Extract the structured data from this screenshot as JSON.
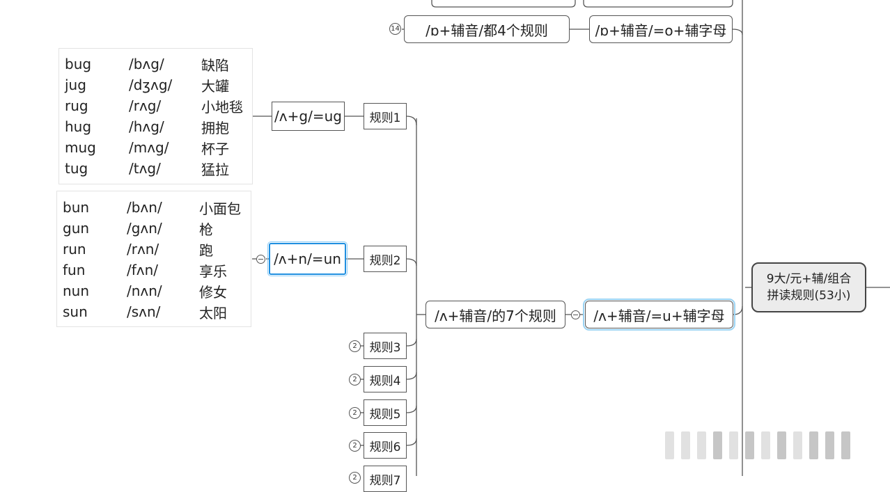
{
  "root": {
    "line1": "9大/元+辅/组合",
    "line2": "拼读规则(53小)"
  },
  "top_branch": {
    "badge": "14",
    "parent": "/ɒ+辅音/都4个规则",
    "child": "/ɒ+辅音/=o+辅字母"
  },
  "main_branch": {
    "parent": "/ʌ+辅音/的7个规则",
    "child": "/ʌ+辅音/=u+辅字母"
  },
  "rules": [
    {
      "label": "规则1",
      "badge": ""
    },
    {
      "label": "规则2",
      "badge": ""
    },
    {
      "label": "规则3",
      "badge": "2"
    },
    {
      "label": "规则4",
      "badge": "2"
    },
    {
      "label": "规则5",
      "badge": "2"
    },
    {
      "label": "规则6",
      "badge": "2"
    },
    {
      "label": "规则7",
      "badge": "2"
    }
  ],
  "rule1_topic": "/ʌ+g/=ug",
  "rule2_topic": "/ʌ+n/=un",
  "ug_words": [
    {
      "word": "bug",
      "ipa": "/bʌg/",
      "meaning": "缺陷"
    },
    {
      "word": "jug",
      "ipa": "/dʒʌg/",
      "meaning": "大罐"
    },
    {
      "word": "rug",
      "ipa": "/rʌg/",
      "meaning": "小地毯"
    },
    {
      "word": "hug",
      "ipa": "/hʌg/",
      "meaning": "拥抱"
    },
    {
      "word": "mug",
      "ipa": "/mʌg/",
      "meaning": "杯子"
    },
    {
      "word": "tug",
      "ipa": "/tʌg/",
      "meaning": "猛拉"
    }
  ],
  "un_words": [
    {
      "word": "bun",
      "ipa": "/bʌn/",
      "meaning": "小面包"
    },
    {
      "word": "gun",
      "ipa": "/gʌn/",
      "meaning": "枪"
    },
    {
      "word": "run",
      "ipa": "/rʌn/",
      "meaning": "跑"
    },
    {
      "word": "fun",
      "ipa": "/fʌn/",
      "meaning": "享乐"
    },
    {
      "word": "nun",
      "ipa": "/nʌn/",
      "meaning": "修女"
    },
    {
      "word": "sun",
      "ipa": "/sʌn/",
      "meaning": "太阳"
    }
  ],
  "colors": {
    "selection": "#1f8fe0",
    "line": "#555555",
    "root_fill": "#ececec"
  }
}
